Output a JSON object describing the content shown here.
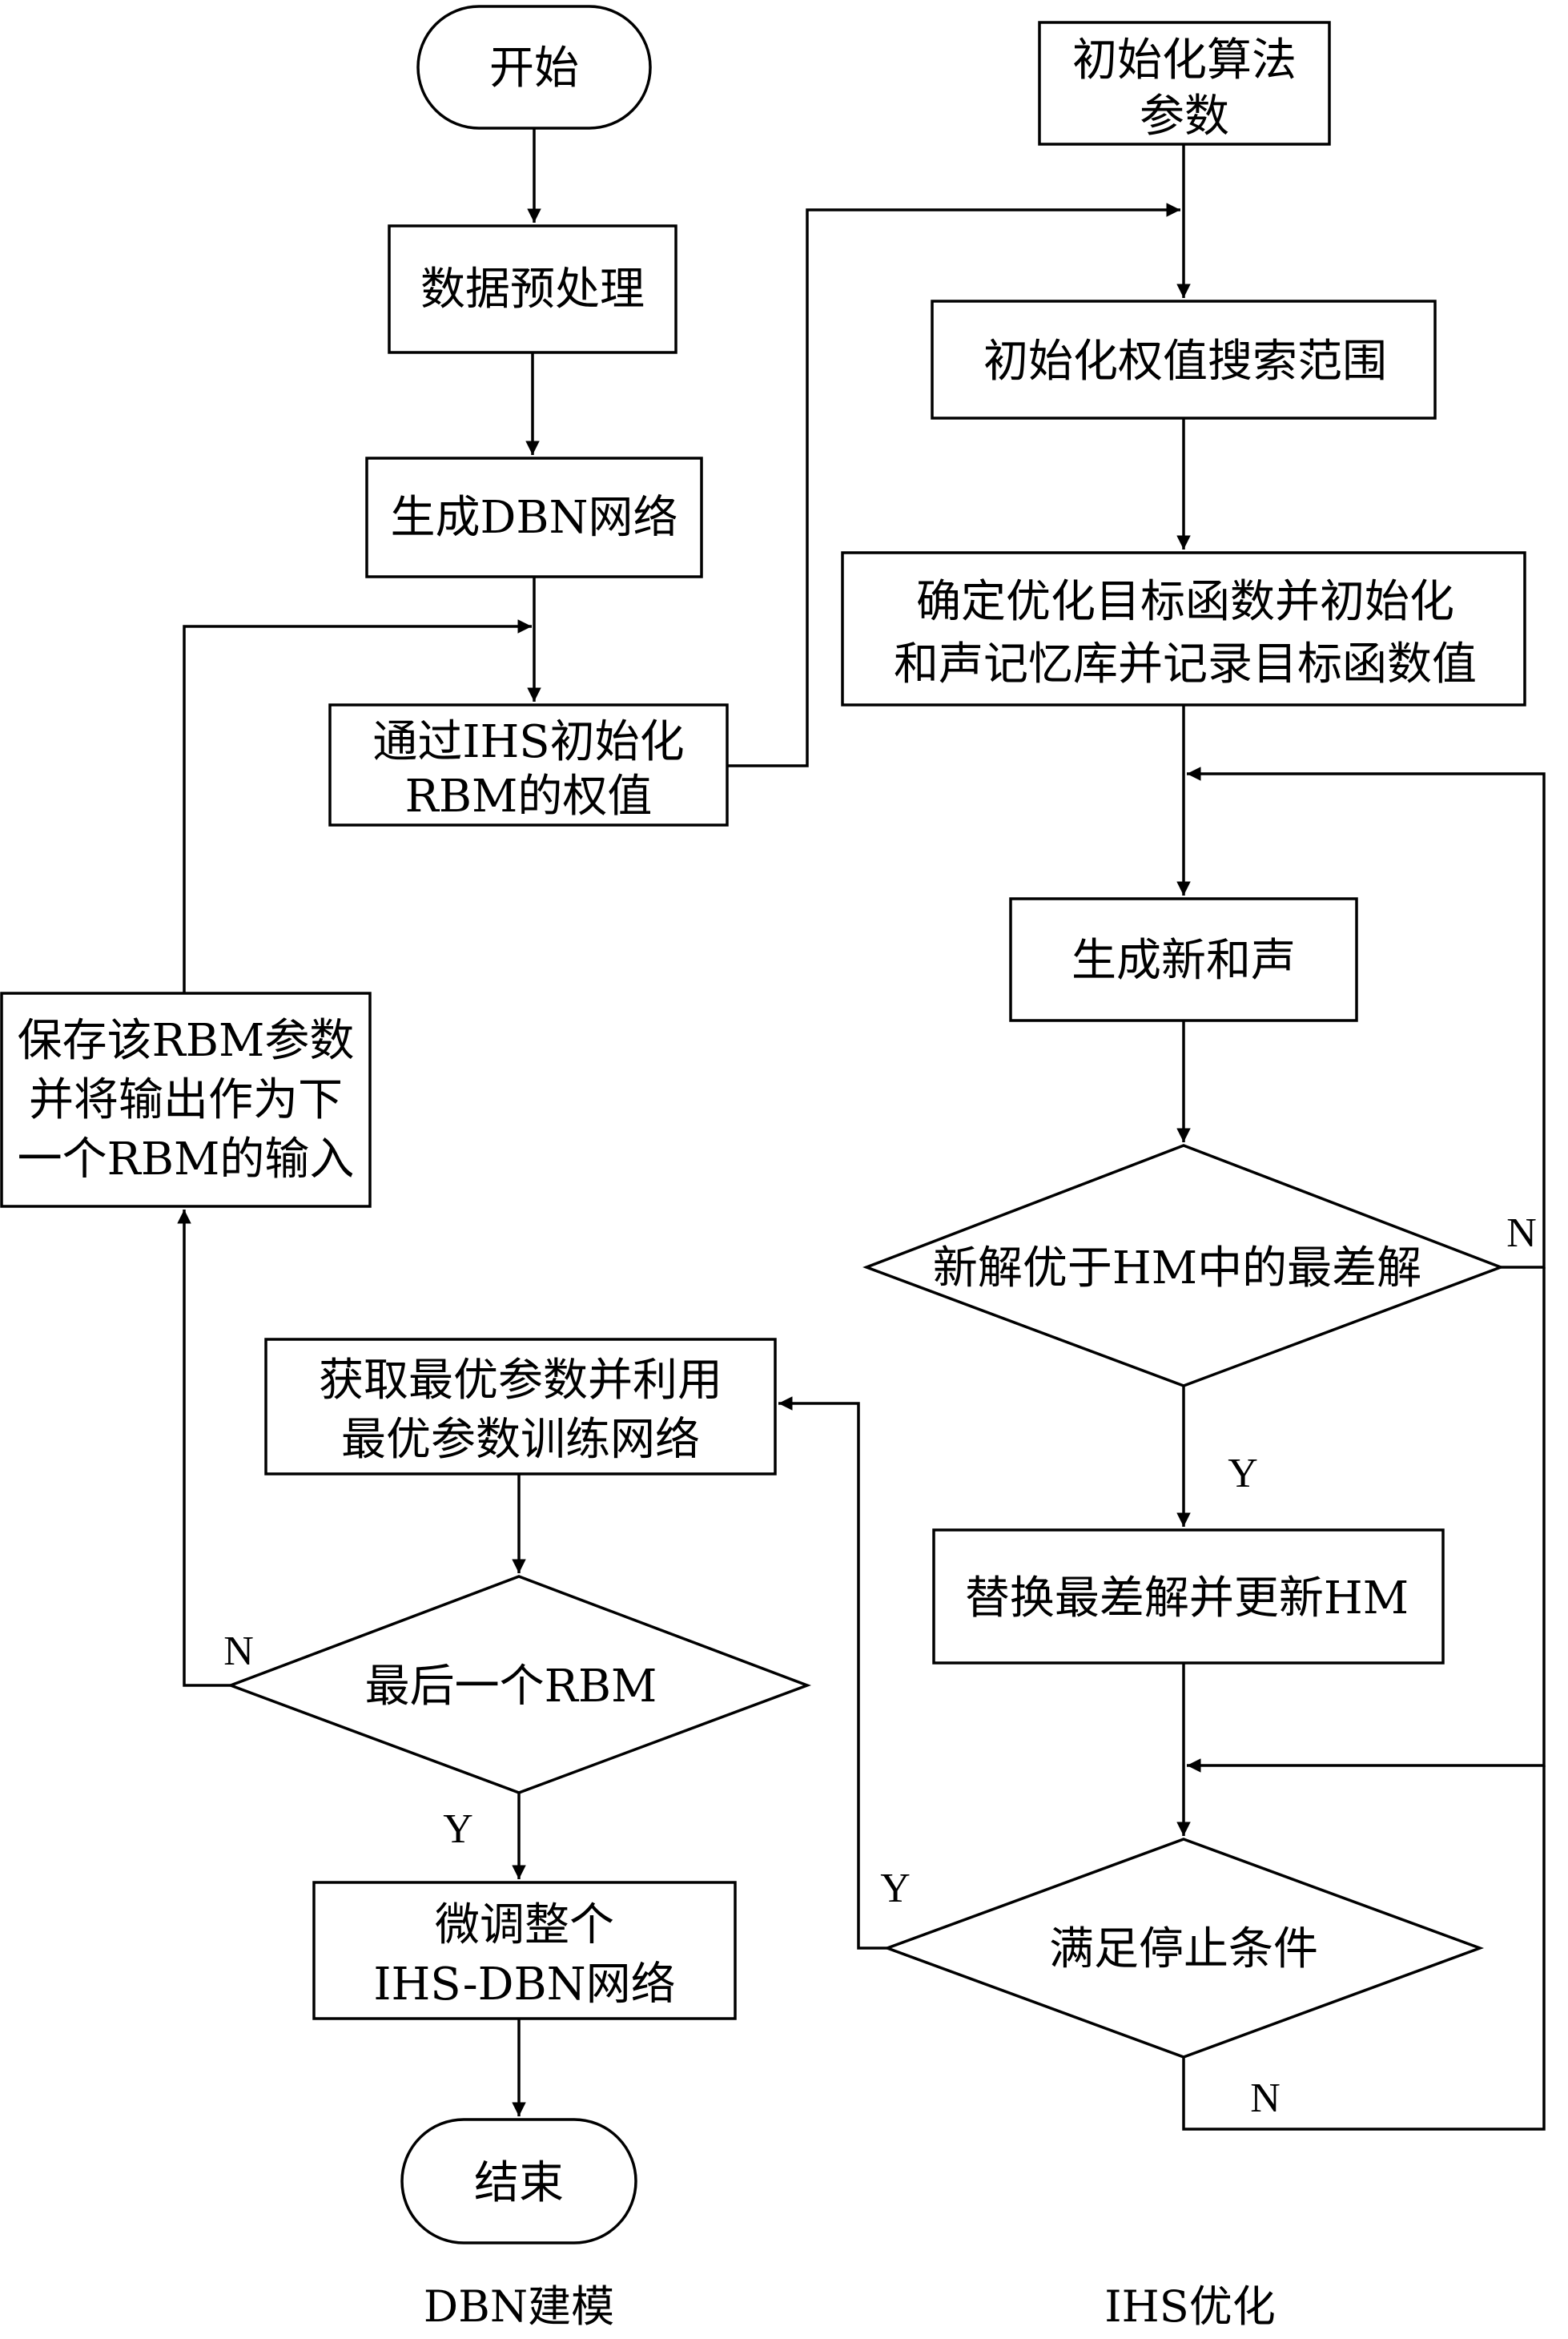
{
  "dbn": {
    "start": "开始",
    "preprocess": "数据预处理",
    "generate": "生成DBN网络",
    "init_rbm": [
      "通过IHS初始化",
      "RBM的权值"
    ],
    "save_rbm": [
      "保存该RBM参数",
      "并将输出作为下",
      "一个RBM的输入"
    ],
    "get_best": [
      "获取最优参数并利用",
      "最优参数训练网络"
    ],
    "last_rbm": "最后一个RBM",
    "finetune": [
      "微调整个",
      "IHS-DBN网络"
    ],
    "end": "结束",
    "caption": "DBN建模"
  },
  "ihs": {
    "init_params": [
      "初始化算法",
      "参数"
    ],
    "init_range": "初始化权值搜索范围",
    "determine": [
      "确定优化目标函数并初始化",
      "和声记忆库并记录目标函数值"
    ],
    "new_harmony": "生成新和声",
    "better": "新解优于HM中的最差解",
    "replace": "替换最差解并更新HM",
    "stop": "满足停止条件",
    "caption": "IHS优化"
  },
  "branch_labels": {
    "yes": "Y",
    "no": "N"
  }
}
